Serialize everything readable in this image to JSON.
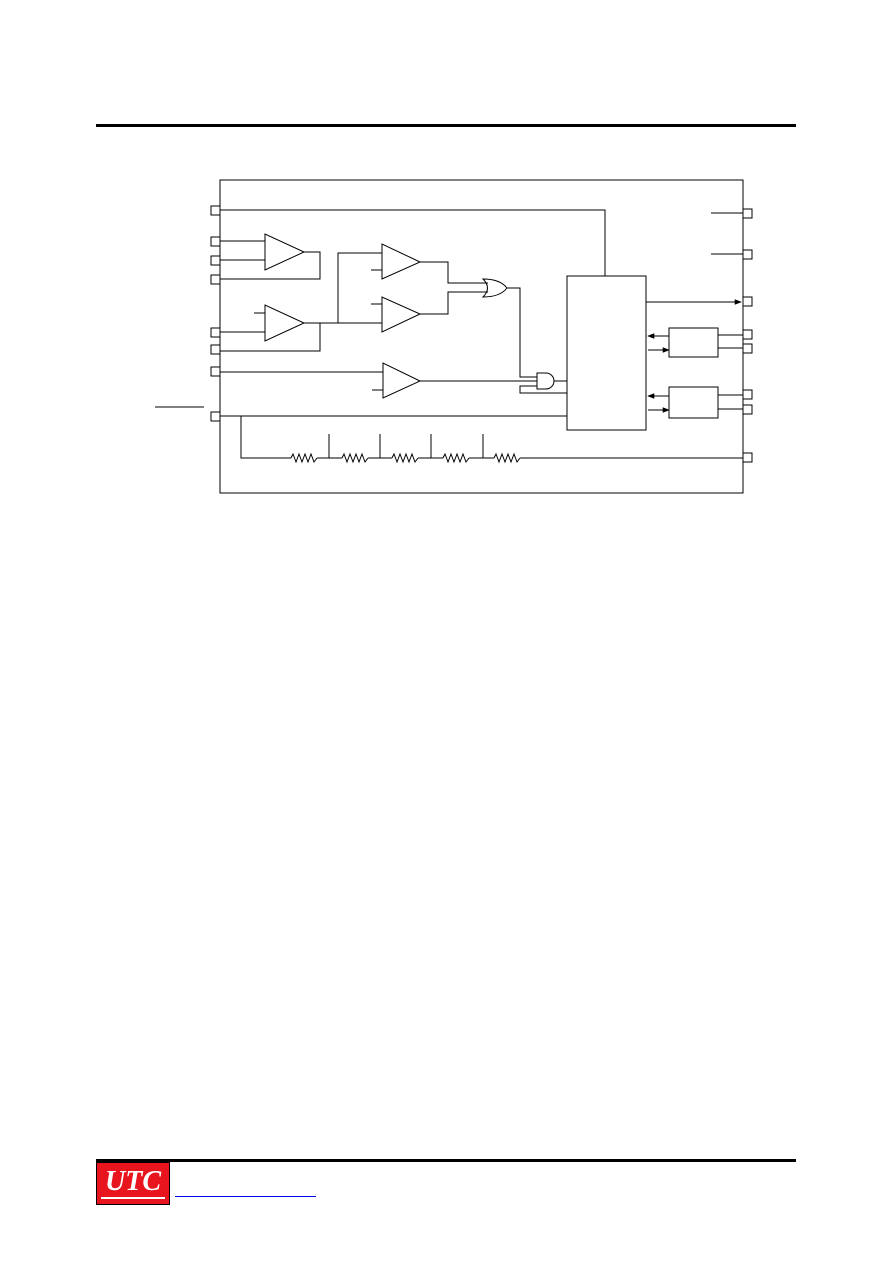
{
  "brand": {
    "logo_text": "UTC",
    "color": "#e8151f"
  },
  "link_color": "#0000ee",
  "left_pins": [
    {
      "pin": "pin-left-1"
    },
    {
      "pin": "pin-left-2"
    },
    {
      "pin": "pin-left-3"
    },
    {
      "pin": "pin-left-4"
    },
    {
      "pin": "pin-left-5"
    },
    {
      "pin": "pin-left-6"
    },
    {
      "pin": "pin-left-7"
    },
    {
      "pin": "pin-left-8"
    }
  ],
  "right_pins": [
    {
      "pin": "pin-right-1"
    },
    {
      "pin": "pin-right-2"
    },
    {
      "pin": "pin-right-3"
    },
    {
      "pin": "pin-right-4"
    },
    {
      "pin": "pin-right-5"
    },
    {
      "pin": "pin-right-6"
    },
    {
      "pin": "pin-right-7"
    },
    {
      "pin": "pin-right-8"
    }
  ],
  "blocks": {
    "comparators": 5,
    "resistors": 5
  }
}
